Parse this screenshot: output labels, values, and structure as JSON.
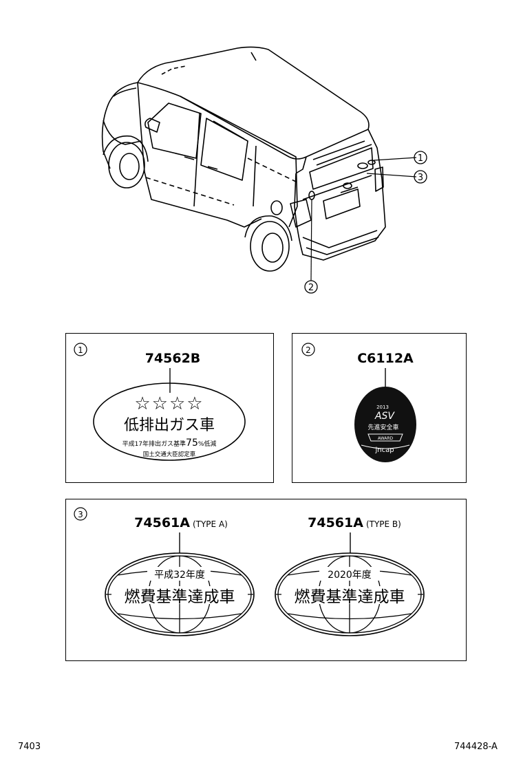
{
  "callouts": {
    "c1": "①",
    "c2": "②",
    "c3": "③"
  },
  "panel1": {
    "number": "①",
    "part_no": "74562B",
    "stars": "☆☆☆☆",
    "main_text": "低排出ガス車",
    "sub_prefix": "平成17年排出ガス基準",
    "sub_value": "75",
    "sub_suffix": "%低減",
    "sub_line2": "国土交通大臣認定車"
  },
  "panel2": {
    "number": "②",
    "part_no": "C6112A",
    "year": "2013",
    "mark": "ASV",
    "text_jp": "先進安全車",
    "award": "AWARD",
    "org": "jncap"
  },
  "panel3": {
    "number": "③",
    "type_a": {
      "part_no": "74561A",
      "type_label": "(TYPE A)",
      "top_text": "平成32年度",
      "main_text": "燃費基準達成車"
    },
    "type_b": {
      "part_no": "74561A",
      "type_label": "(TYPE B)",
      "top_text": "2020年度",
      "main_text": "燃費基準達成車"
    }
  },
  "footer": {
    "left": "7403",
    "right": "744428-A"
  }
}
